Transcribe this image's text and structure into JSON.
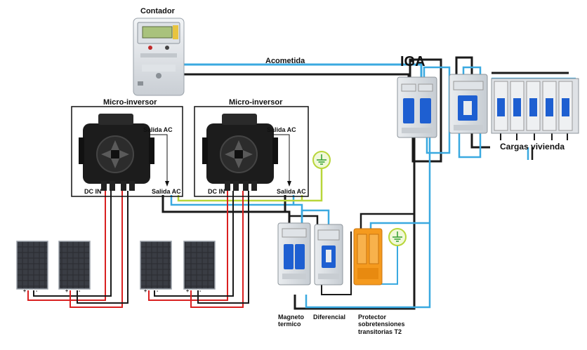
{
  "labels": {
    "meter": "Contador",
    "service_line": "Acometida",
    "main_breaker": "IGA",
    "micro_inverter_1": "Micro-inversor",
    "micro_inverter_2": "Micro-inversor",
    "ac_output_top_1": "Salida AC",
    "ac_output_bottom_1": "Salida AC",
    "ac_output_top_2": "Salida AC",
    "ac_output_bottom_2": "Salida AC",
    "dc_input_1": "DC IN",
    "dc_input_2": "DC IN",
    "home_loads": "Cargas vivienda",
    "mcb": "Magneto\ntermico",
    "rcd": "Diferencial",
    "surge_protector": "Protector\nsobretensiones\ntransitorias T2"
  },
  "polarity": {
    "positive": "+",
    "negative": "-"
  },
  "colors": {
    "phase_wire": "#1a1a1a",
    "neutral_wire": "#3aa9e0",
    "earth_wire": "#b8d63a",
    "dc_positive": "#d92020",
    "dc_negative": "#1a1a1a",
    "breaker_blue": "#1e5fd1",
    "surge_orange": "#f59a1e",
    "earth_symbol": "#2e9e2e"
  },
  "icons": {
    "meter": "energy-meter-icon",
    "inverter": "micro-inverter-icon",
    "panel": "solar-panel-icon",
    "earth": "earth-ground-icon",
    "breaker": "din-breaker-icon"
  }
}
